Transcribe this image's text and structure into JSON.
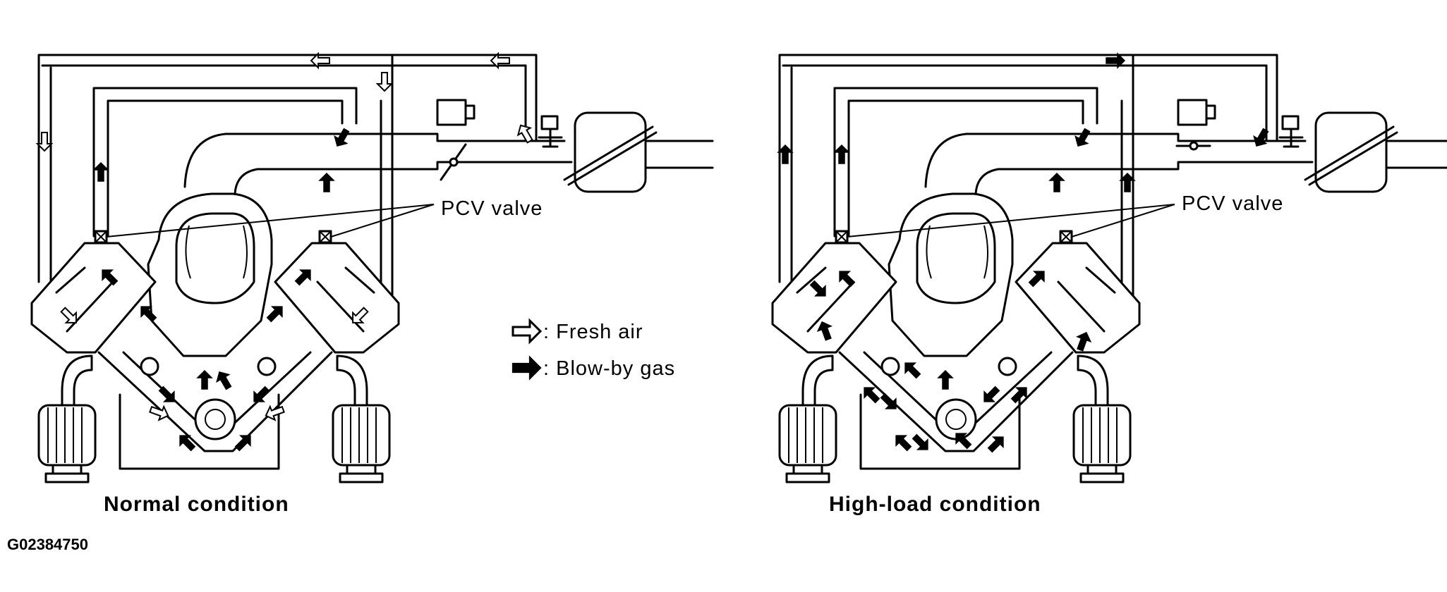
{
  "labels": {
    "pcv_valve_left": "PCV valve",
    "pcv_valve_right": "PCV valve",
    "legend_fresh_air": ": Fresh air",
    "legend_blowby": ": Blow-by gas",
    "caption_normal": "Normal condition",
    "caption_highload": "High-load condition",
    "figure_code": "G02384750"
  },
  "legend": [
    {
      "name": "fresh-air",
      "style": "outline-arrow",
      "color": "#ffffff"
    },
    {
      "name": "blow-by-gas",
      "style": "solid-arrow",
      "color": "#000000"
    }
  ]
}
